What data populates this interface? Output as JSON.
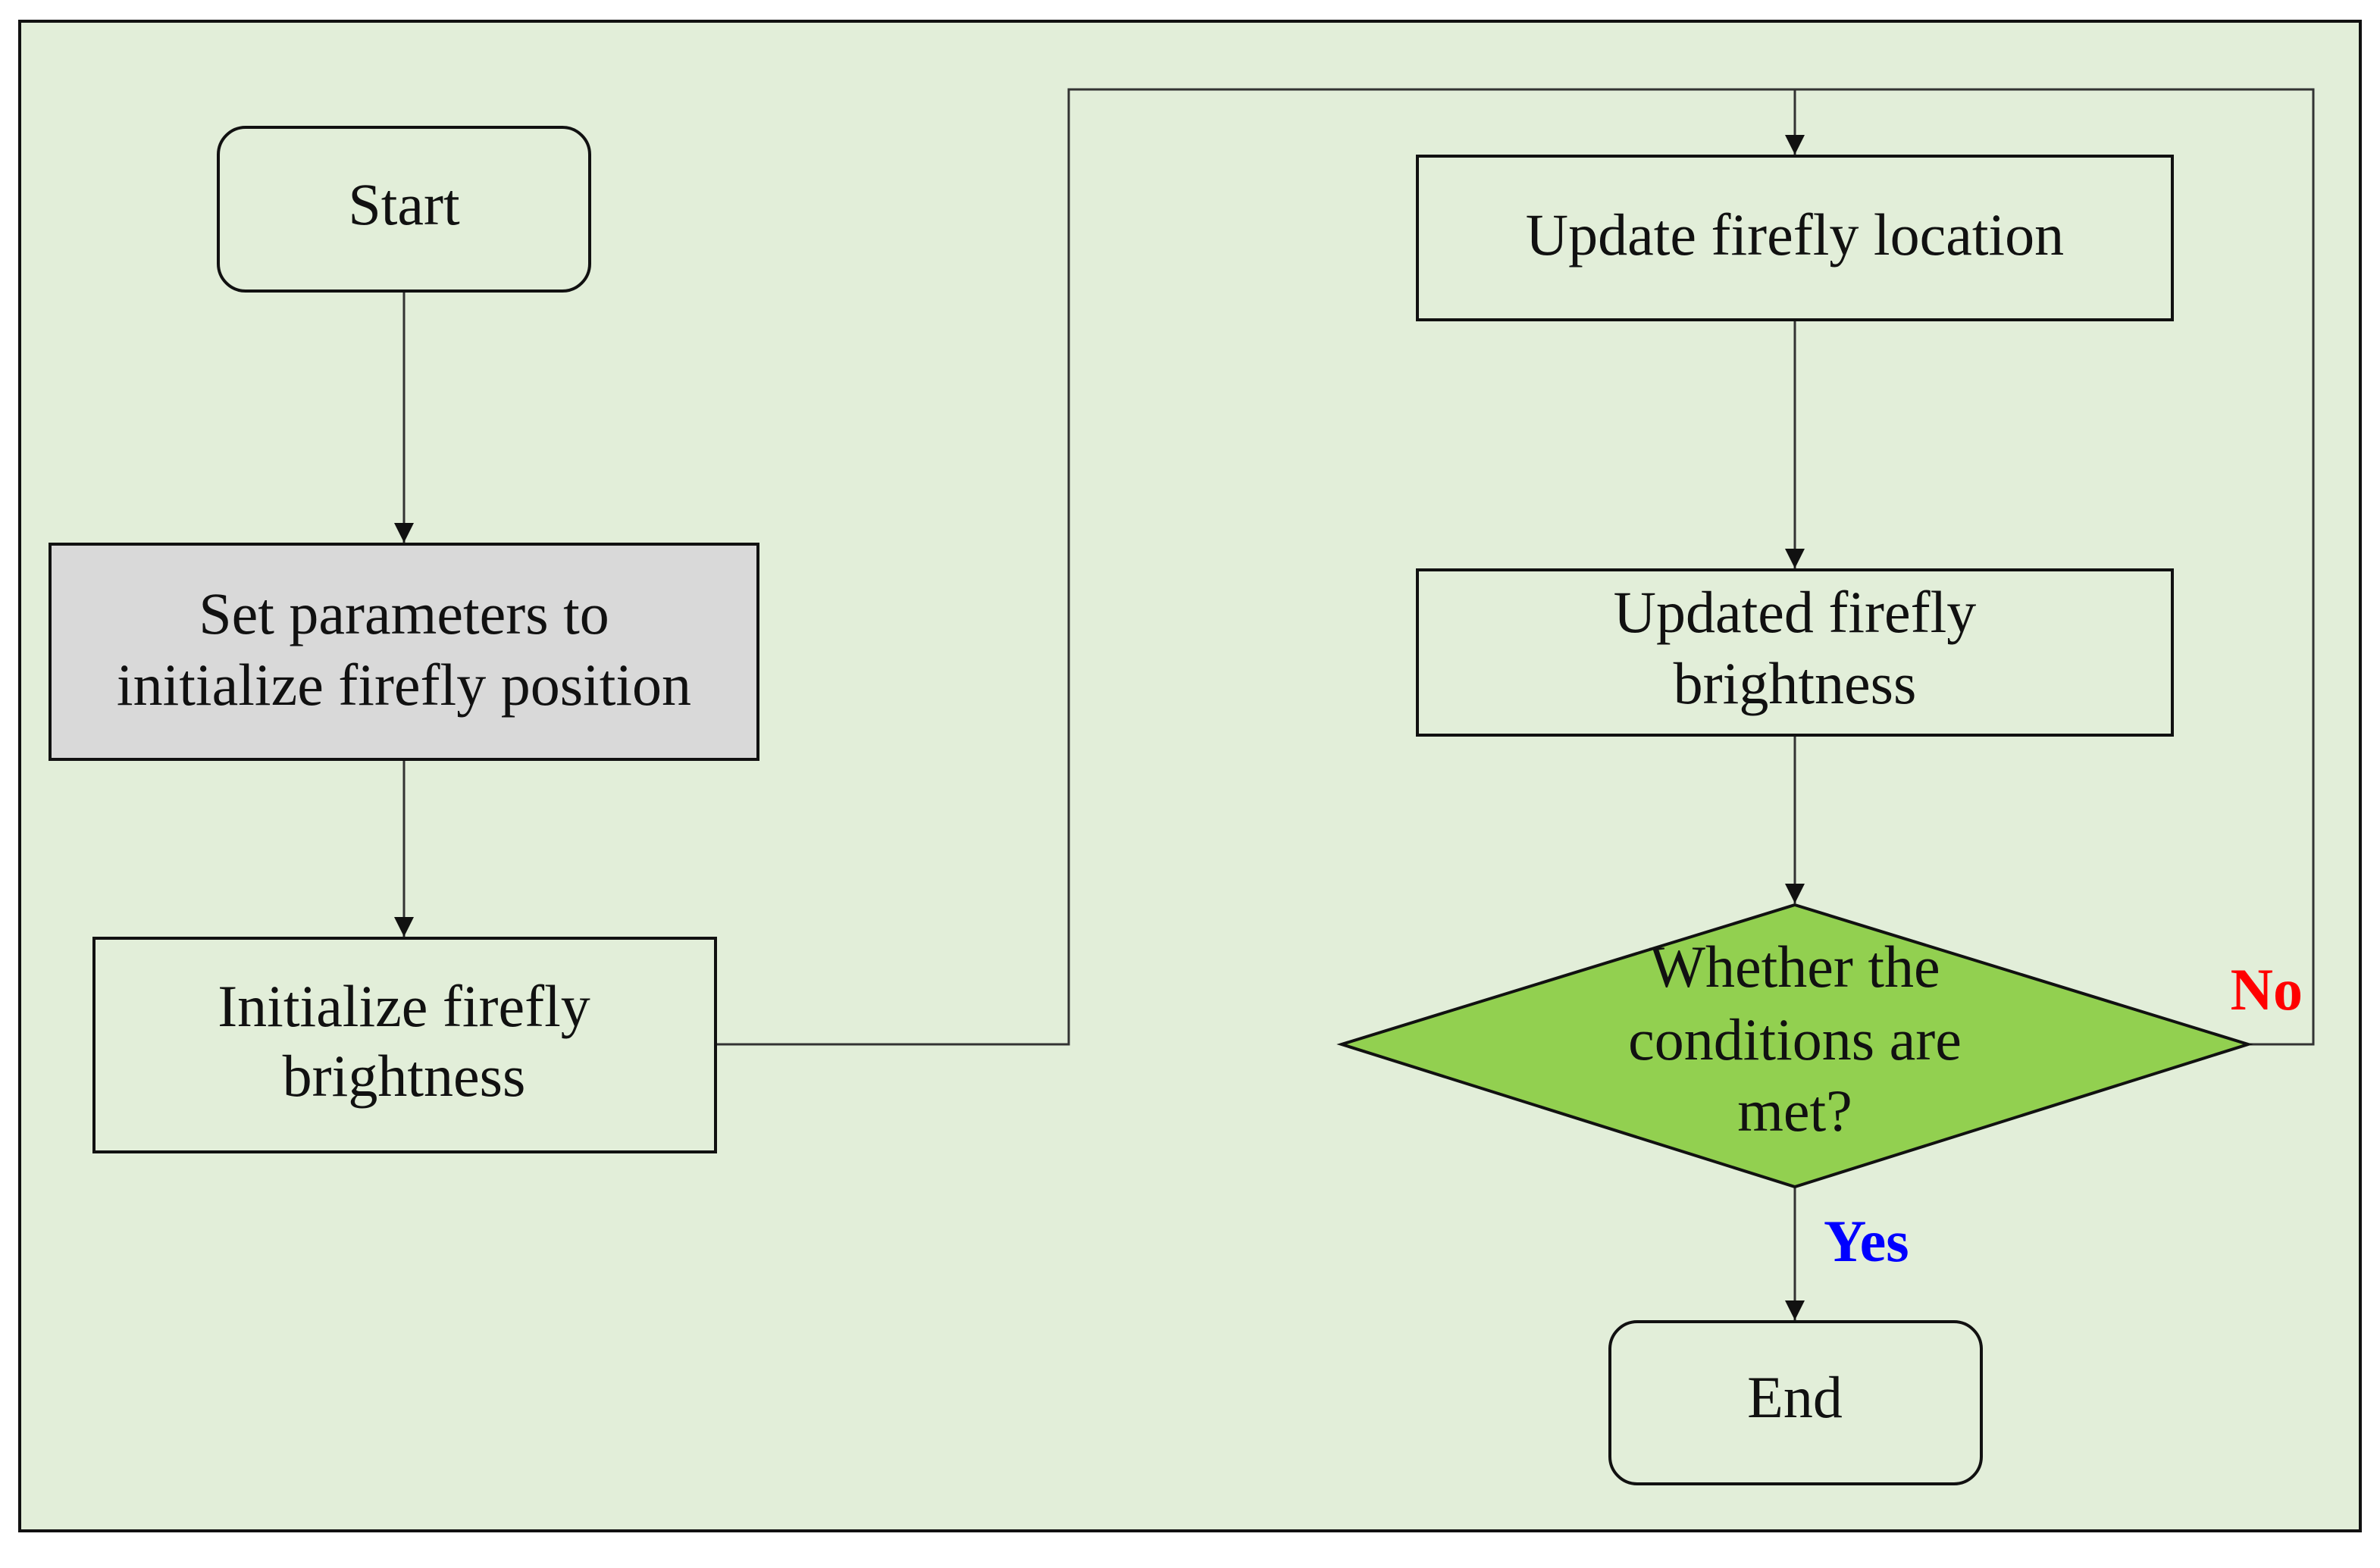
{
  "colors": {
    "background": "#e2eed9",
    "frame": "#111111",
    "box": "#e2eed9",
    "highlight_box": "#d9d9d9",
    "decision": "#92d050",
    "yes_label": "#0000ff",
    "no_label": "#ff0000",
    "edge": "#333333"
  },
  "nodes": {
    "start": {
      "text": "Start"
    },
    "set_parameters": {
      "line1": "Set parameters to",
      "line2": "initialize firefly position"
    },
    "init_brightness": {
      "line1": "Initialize firefly",
      "line2": "brightness"
    },
    "update_location": {
      "text": "Update firefly location"
    },
    "updated_brightness": {
      "line1": "Updated firefly",
      "line2": "brightness"
    },
    "decision": {
      "line1": "Whether the",
      "line2": "conditions are",
      "line3": "met?"
    },
    "end": {
      "text": "End"
    }
  },
  "labels": {
    "yes": "Yes",
    "no": "No"
  }
}
